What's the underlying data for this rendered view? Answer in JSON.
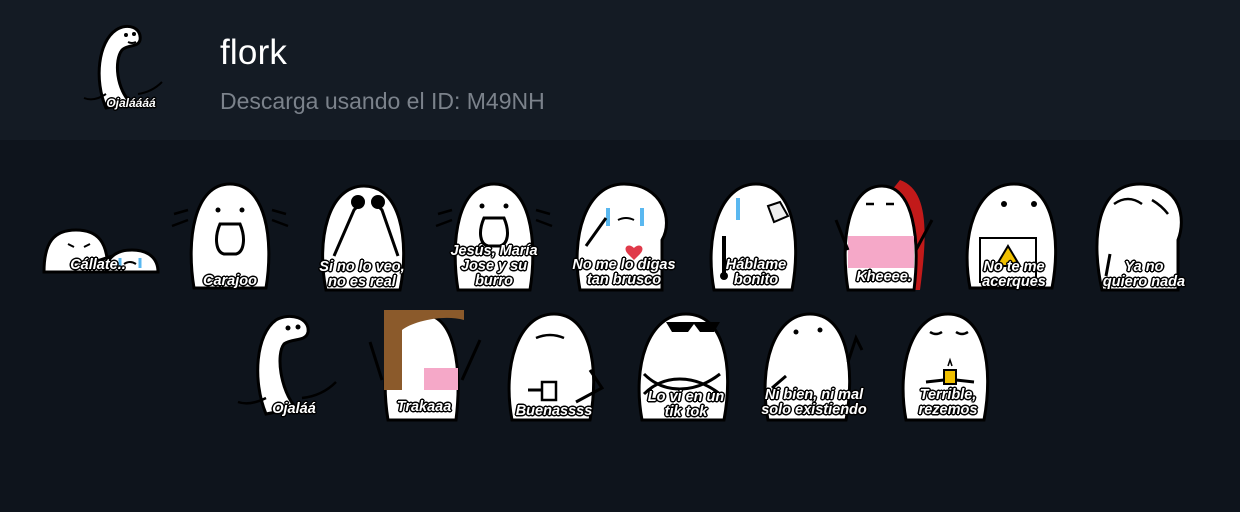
{
  "pack": {
    "title": "flork",
    "subtitle": "Descarga usando el ID: M49NH",
    "icon_caption": "Ojaláááá"
  },
  "stickers": [
    {
      "caption": "Cállate.."
    },
    {
      "caption": "Carajoo"
    },
    {
      "caption": "Si no lo veo,\nno es real"
    },
    {
      "caption": "Jesús, María\nJose y su\nburro"
    },
    {
      "caption": "No me  lo digas\ntan brusco"
    },
    {
      "caption": "Háblame\nbonito"
    },
    {
      "caption": "Kheeee."
    },
    {
      "caption": "No te me\nacerques"
    },
    {
      "caption": "Ya no\nquiero nada"
    },
    {
      "caption": "Ojaláá"
    },
    {
      "caption": "Trakaaa"
    },
    {
      "caption": "Buenassss"
    },
    {
      "caption": "Lo vi en un\ntik tok"
    },
    {
      "caption": "Ni bien,  ni mal\nsolo  existiendo"
    },
    {
      "caption": "Terrible,\nrezemos"
    }
  ]
}
